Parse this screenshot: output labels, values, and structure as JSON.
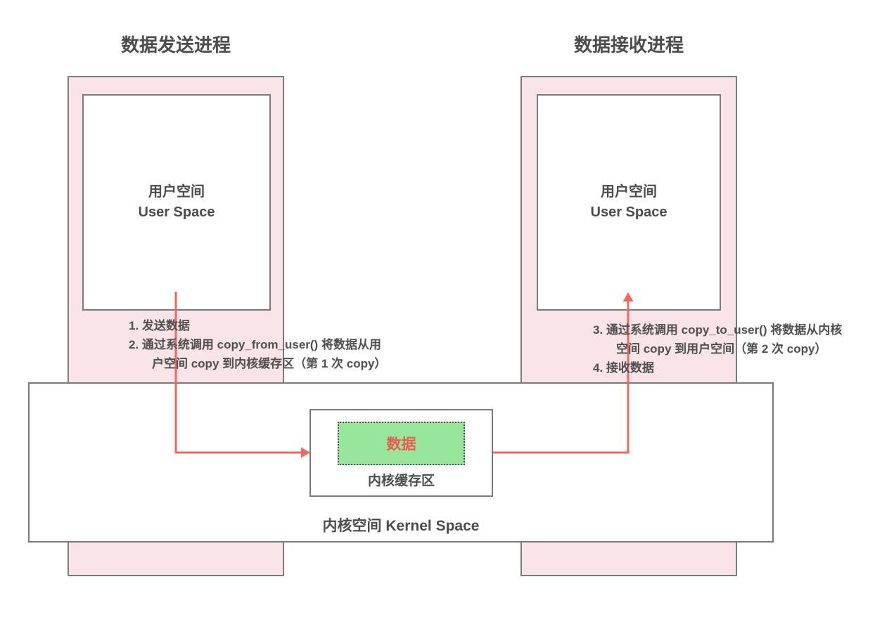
{
  "sender": {
    "title": "数据发送进程",
    "user_space_zh": "用户空间",
    "user_space_en": "User Space"
  },
  "receiver": {
    "title": "数据接收进程",
    "user_space_zh": "用户空间",
    "user_space_en": "User Space"
  },
  "kernel": {
    "label": "内核空间 Kernel Space",
    "buffer_label": "内核缓存区",
    "data_label": "数据"
  },
  "annotations": {
    "send": [
      "1. 发送数据",
      "2. 通过系统调用 copy_from_user() 将数据从用",
      "户空间 copy 到内核缓存区（第 1 次 copy）"
    ],
    "receive": [
      "3. 通过系统调用 copy_to_user() 将数据从内核",
      "空间 copy 到用户空间（第 2 次 copy）",
      "4. 接收数据"
    ]
  },
  "colors": {
    "process_fill": "#f9e4e9",
    "box_border": "#7a7a7a",
    "arrow": "#f0685c",
    "data_fill": "#98e69b",
    "data_text": "#ee5a4e",
    "text": "#4c4c4c"
  }
}
